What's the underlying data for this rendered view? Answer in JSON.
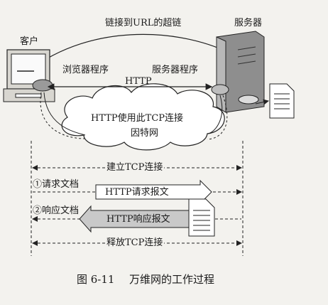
{
  "labels": {
    "client": "客户",
    "server": "服务器",
    "hyperlink": "链接到URL的超链",
    "browser_program": "浏览器程序",
    "server_program": "服务器程序",
    "http": "HTTP",
    "http_tcp": "HTTP使用此TCP连接",
    "internet": "因特网",
    "tcp_establish": "建立TCP连接",
    "step1": "①请求文档",
    "http_request": "HTTP请求报文",
    "step2": "②响应文档",
    "http_response": "HTTP响应报文",
    "tcp_release": "释放TCP连接"
  },
  "caption": {
    "figure_no": "图 6-11",
    "title": "万维网的工作过程"
  }
}
